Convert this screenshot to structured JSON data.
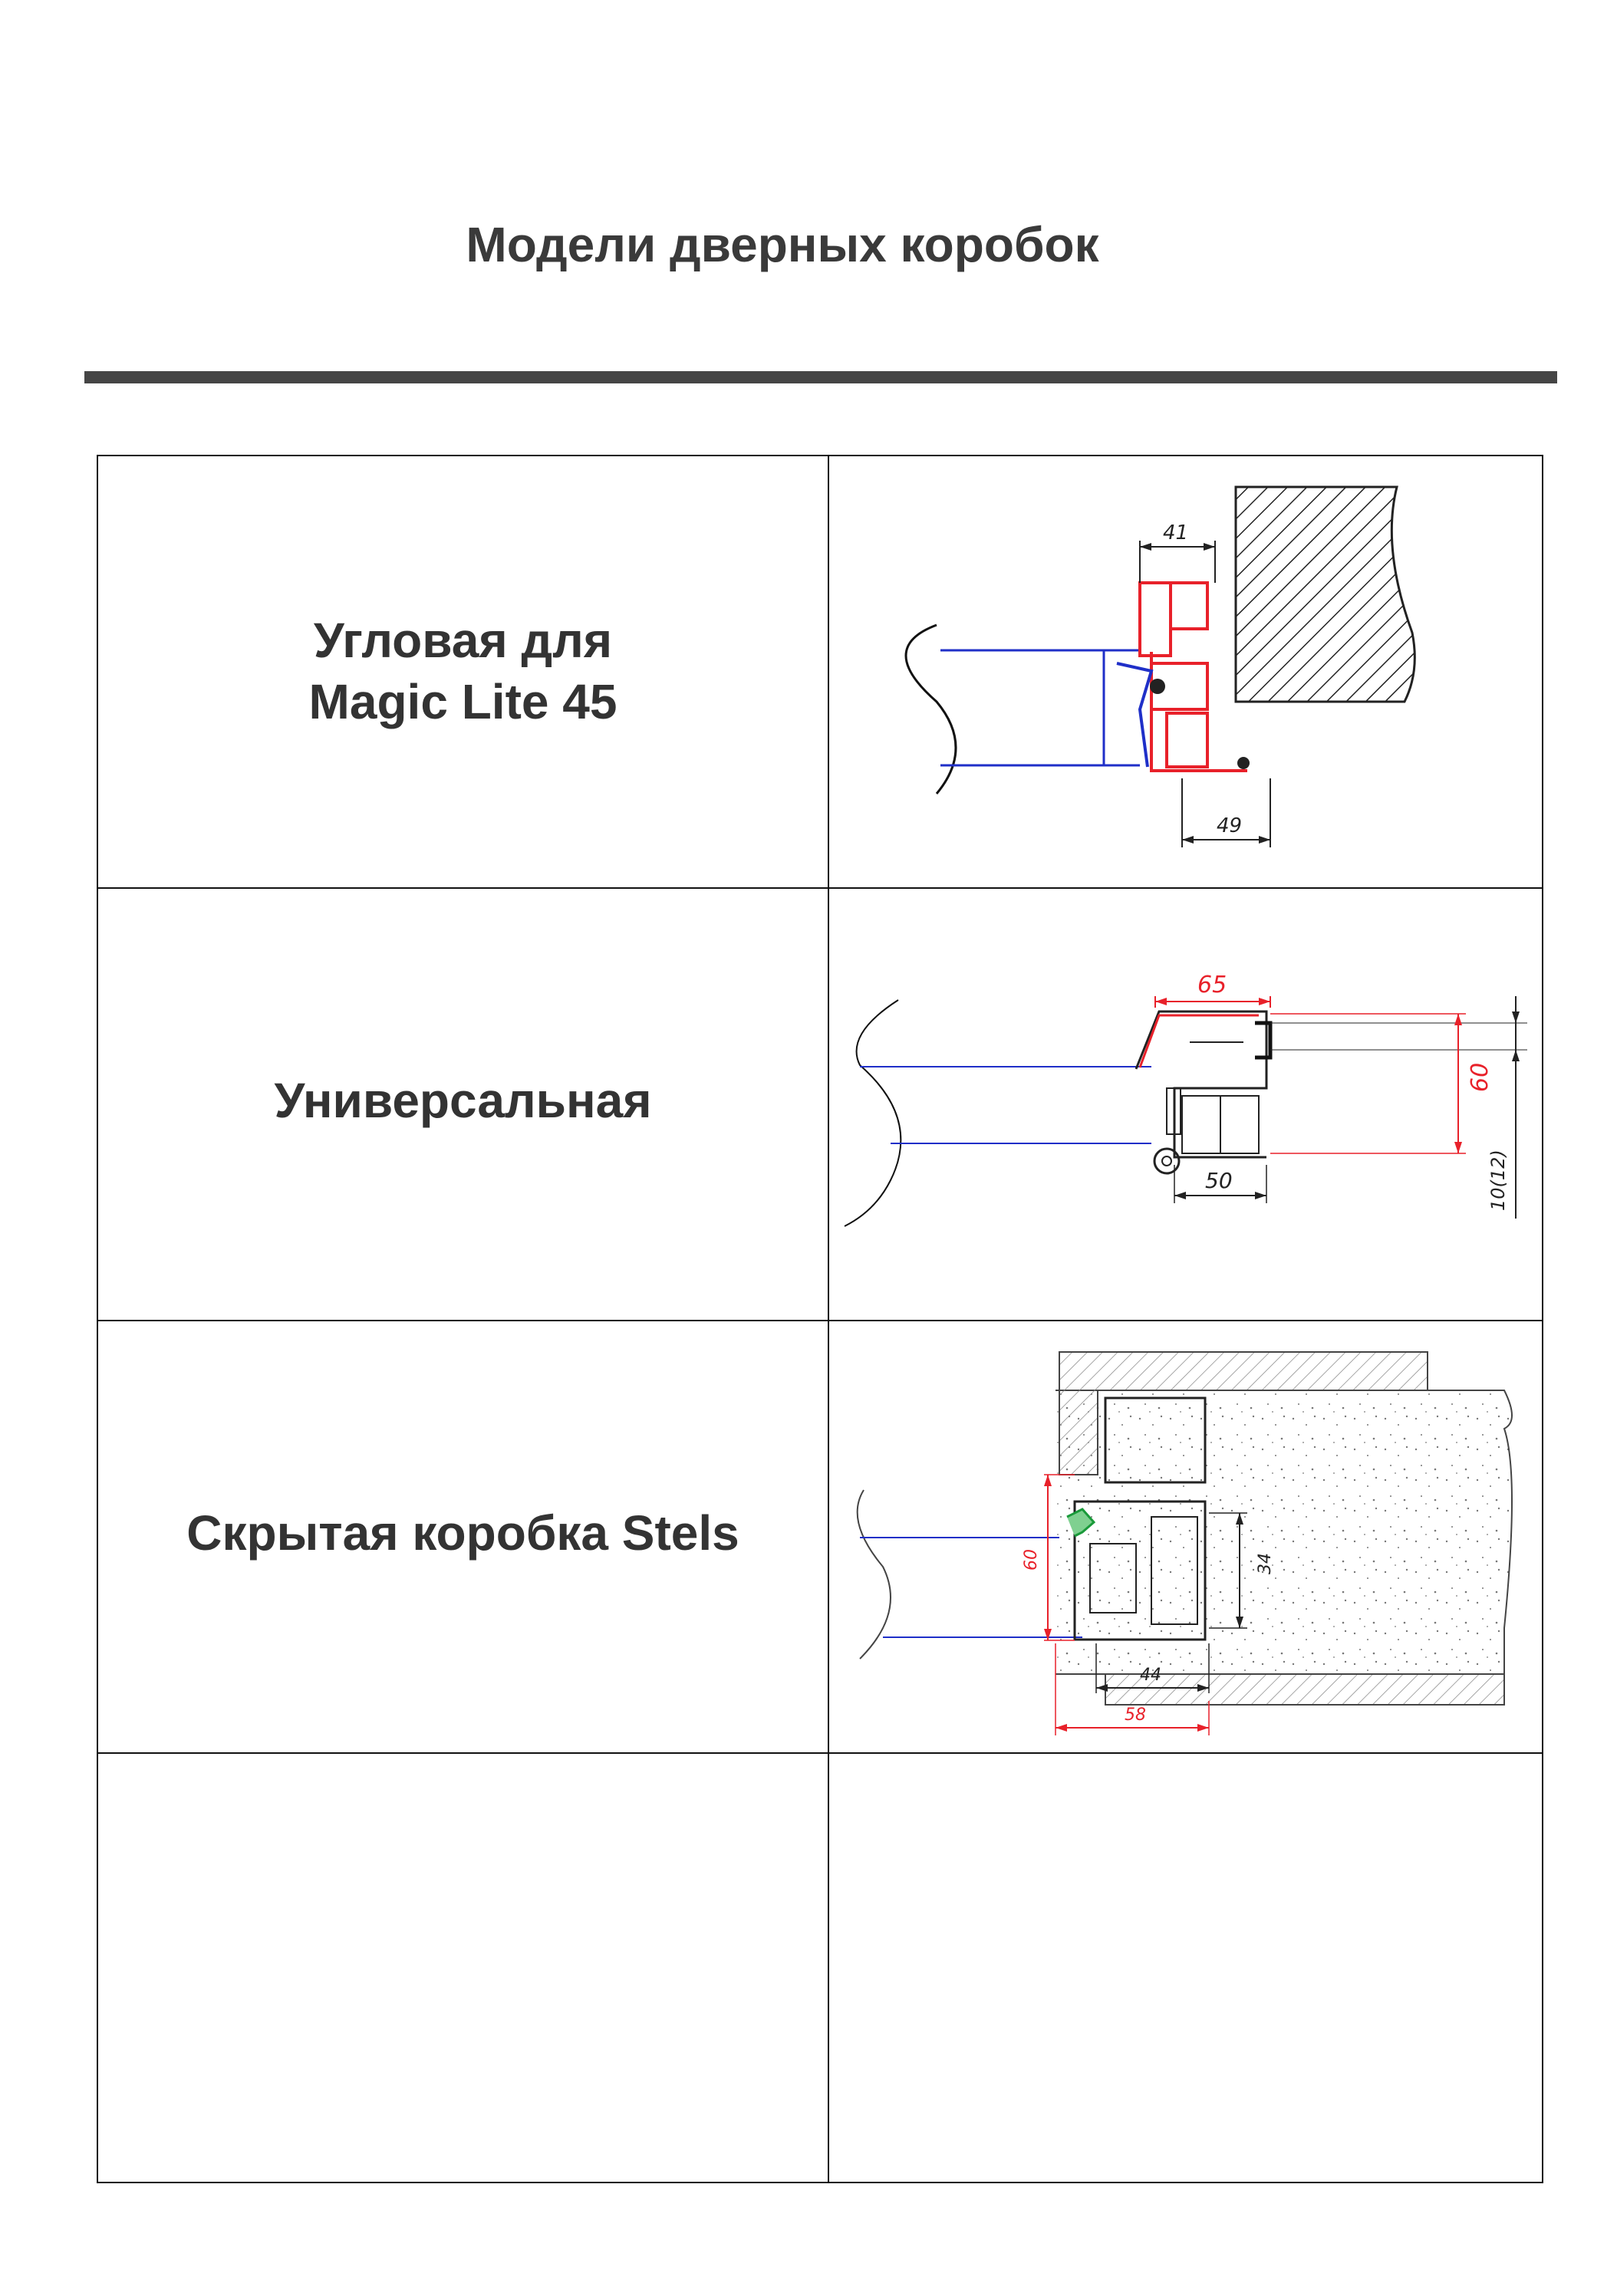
{
  "page": {
    "title": "Модели дверных коробок"
  },
  "rows": [
    {
      "label_line1": "Угловая для",
      "label_line2": "Magic Lite 45",
      "dims": {
        "top": "41",
        "bottom": "49"
      }
    },
    {
      "label_line1": "Универсальная",
      "dims": {
        "top": "65",
        "side": "60",
        "bottom": "50",
        "gap": "10(12)"
      }
    },
    {
      "label_line1": "Скрытая коробка Stels",
      "dims": {
        "left": "60",
        "right": "34",
        "inner": "44",
        "outer": "58"
      }
    },
    {
      "label_line1": ""
    }
  ],
  "colors": {
    "frame_red": "#e8212a",
    "glass_blue": "#1f2fc8",
    "seal_green": "#1a9a3a",
    "line": "#222222"
  }
}
